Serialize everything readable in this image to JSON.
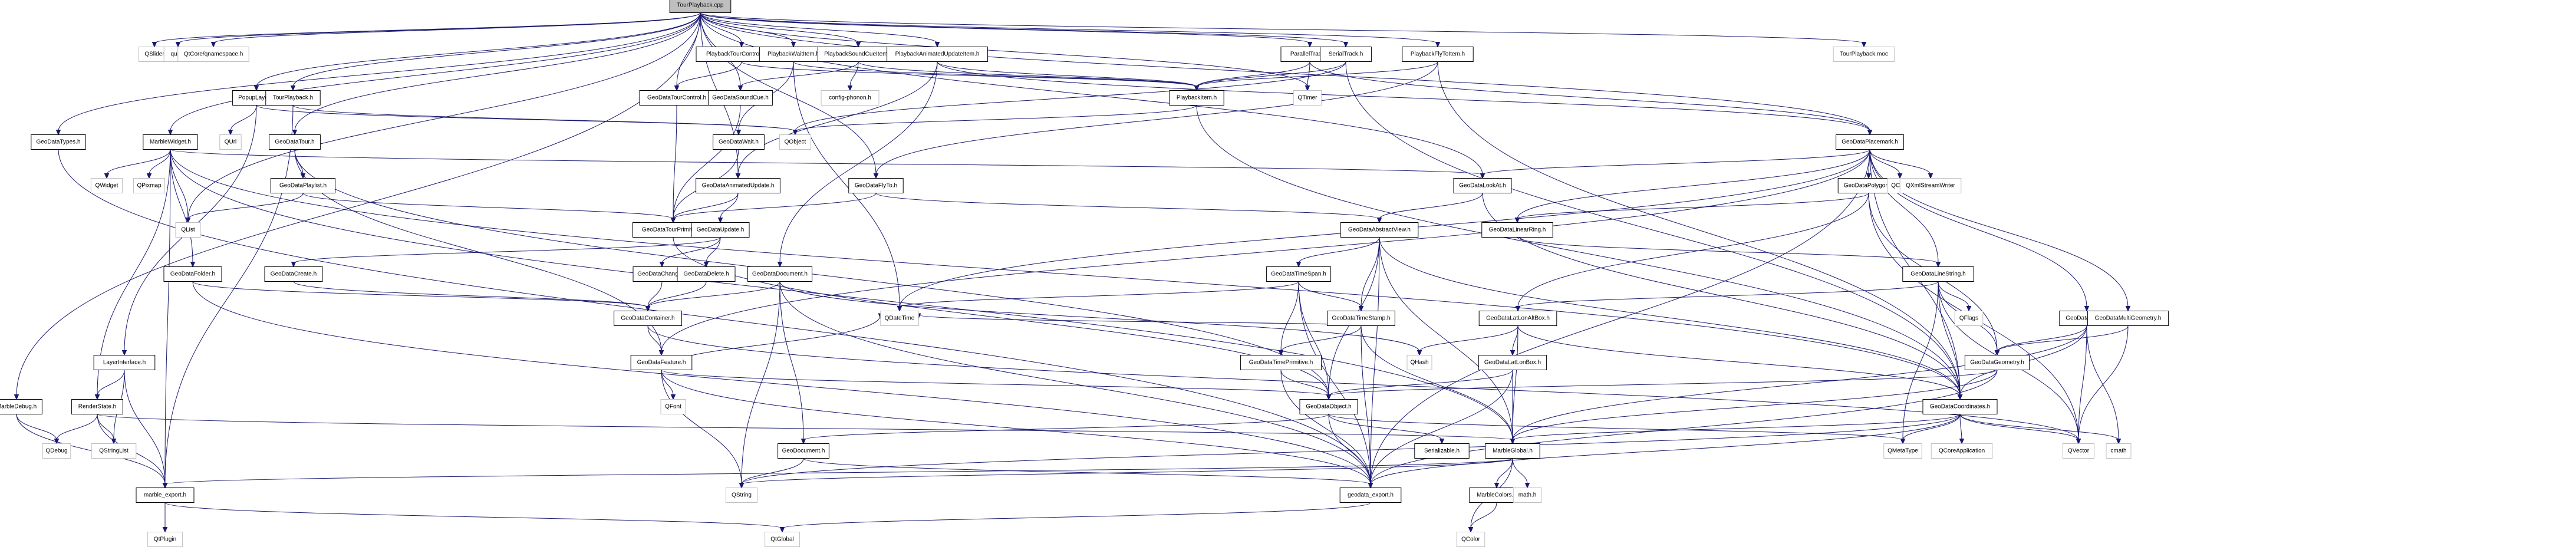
{
  "title": "TourPlayback.cpp include dependency graph",
  "colors": {
    "edge": "#191970",
    "root_fill": "#bfbfbf",
    "project_border": "#000000",
    "external_border": "#bfbfbf",
    "background": "#ffffff"
  },
  "root": "TourPlayback.cpp",
  "nodes": [
    {
      "id": "TourPlayback.cpp",
      "kind": "root"
    },
    {
      "id": "QSlider",
      "kind": "external"
    },
    {
      "id": "qurl.h",
      "kind": "external"
    },
    {
      "id": "QtCore/qnamespace.h",
      "kind": "external"
    },
    {
      "id": "PlaybackTourControlItem.h",
      "kind": "project"
    },
    {
      "id": "PlaybackWaitItem.h",
      "kind": "project"
    },
    {
      "id": "PlaybackSoundCueItem.h",
      "kind": "project"
    },
    {
      "id": "PlaybackAnimatedUpdateItem.h",
      "kind": "project"
    },
    {
      "id": "ParallelTrack.h",
      "kind": "project"
    },
    {
      "id": "SerialTrack.h",
      "kind": "project"
    },
    {
      "id": "PlaybackFlyToItem.h",
      "kind": "project"
    },
    {
      "id": "TourPlayback.moc",
      "kind": "external"
    },
    {
      "id": "PopupLayer.h",
      "kind": "project"
    },
    {
      "id": "TourPlayback.h",
      "kind": "project"
    },
    {
      "id": "GeoDataTourControl.h",
      "kind": "project"
    },
    {
      "id": "GeoDataSoundCue.h",
      "kind": "project"
    },
    {
      "id": "config-phonon.h",
      "kind": "external"
    },
    {
      "id": "PlaybackItem.h",
      "kind": "project"
    },
    {
      "id": "QTimer",
      "kind": "external"
    },
    {
      "id": "GeoDataTypes.h",
      "kind": "project"
    },
    {
      "id": "MarbleWidget.h",
      "kind": "project"
    },
    {
      "id": "QUrl",
      "kind": "external"
    },
    {
      "id": "GeoDataTour.h",
      "kind": "project"
    },
    {
      "id": "GeoDataWait.h",
      "kind": "project"
    },
    {
      "id": "QObject",
      "kind": "external"
    },
    {
      "id": "GeoDataLookAt.h",
      "kind": "project"
    },
    {
      "id": "GeoDataPlacemark.h",
      "kind": "project"
    },
    {
      "id": "QWidget",
      "kind": "external"
    },
    {
      "id": "QPixmap",
      "kind": "external"
    },
    {
      "id": "GeoDataPlaylist.h",
      "kind": "project"
    },
    {
      "id": "GeoDataAnimatedUpdate.h",
      "kind": "project"
    },
    {
      "id": "GeoDataFlyTo.h",
      "kind": "project"
    },
    {
      "id": "GeoDataPolygon.h",
      "kind": "project"
    },
    {
      "id": "QChar",
      "kind": "external"
    },
    {
      "id": "QXmlStreamWriter",
      "kind": "external"
    },
    {
      "id": "QList",
      "kind": "external"
    },
    {
      "id": "GeoDataTourPrimitive.h",
      "kind": "project"
    },
    {
      "id": "GeoDataUpdate.h",
      "kind": "project"
    },
    {
      "id": "GeoDataAbstractView.h",
      "kind": "project"
    },
    {
      "id": "GeoDataLinearRing.h",
      "kind": "project"
    },
    {
      "id": "GeoDataFolder.h",
      "kind": "project"
    },
    {
      "id": "GeoDataCreate.h",
      "kind": "project"
    },
    {
      "id": "GeoDataChange.h",
      "kind": "project"
    },
    {
      "id": "GeoDataDelete.h",
      "kind": "project"
    },
    {
      "id": "GeoDataDocument.h",
      "kind": "project"
    },
    {
      "id": "GeoDataTimeSpan.h",
      "kind": "project"
    },
    {
      "id": "GeoDataLineString.h",
      "kind": "project"
    },
    {
      "id": "GeoDataContainer.h",
      "kind": "project"
    },
    {
      "id": "QDateTime",
      "kind": "external"
    },
    {
      "id": "GeoDataTimeStamp.h",
      "kind": "project"
    },
    {
      "id": "GeoDataLatLonAltBox.h",
      "kind": "project"
    },
    {
      "id": "QFlags",
      "kind": "external"
    },
    {
      "id": "GeoDataPoint.h",
      "kind": "project"
    },
    {
      "id": "GeoDataMultiGeometry.h",
      "kind": "project"
    },
    {
      "id": "LayerInterface.h",
      "kind": "project"
    },
    {
      "id": "GeoDataFeature.h",
      "kind": "project"
    },
    {
      "id": "GeoDataTimePrimitive.h",
      "kind": "project"
    },
    {
      "id": "QHash",
      "kind": "external"
    },
    {
      "id": "GeoDataLatLonBox.h",
      "kind": "project"
    },
    {
      "id": "GeoDataGeometry.h",
      "kind": "project"
    },
    {
      "id": "MarbleDebug.h",
      "kind": "project"
    },
    {
      "id": "RenderState.h",
      "kind": "project"
    },
    {
      "id": "QFont",
      "kind": "external"
    },
    {
      "id": "GeoDataObject.h",
      "kind": "project"
    },
    {
      "id": "GeoDataCoordinates.h",
      "kind": "project"
    },
    {
      "id": "QDebug",
      "kind": "external"
    },
    {
      "id": "QStringList",
      "kind": "external"
    },
    {
      "id": "GeoDocument.h",
      "kind": "project"
    },
    {
      "id": "Serializable.h",
      "kind": "project"
    },
    {
      "id": "MarbleGlobal.h",
      "kind": "project"
    },
    {
      "id": "QMetaType",
      "kind": "external"
    },
    {
      "id": "QCoreApplication",
      "kind": "external"
    },
    {
      "id": "QVector",
      "kind": "external"
    },
    {
      "id": "cmath",
      "kind": "external"
    },
    {
      "id": "marble_export.h",
      "kind": "project"
    },
    {
      "id": "QString",
      "kind": "external"
    },
    {
      "id": "geodata_export.h",
      "kind": "project"
    },
    {
      "id": "MarbleColors.h",
      "kind": "project"
    },
    {
      "id": "math.h",
      "kind": "external"
    },
    {
      "id": "QtPlugin",
      "kind": "external"
    },
    {
      "id": "QtGlobal",
      "kind": "external"
    },
    {
      "id": "QColor",
      "kind": "external"
    }
  ],
  "edges": [
    [
      "TourPlayback.cpp",
      "QSlider"
    ],
    [
      "TourPlayback.cpp",
      "qurl.h"
    ],
    [
      "TourPlayback.cpp",
      "QtCore/qnamespace.h"
    ],
    [
      "TourPlayback.cpp",
      "PlaybackTourControlItem.h"
    ],
    [
      "TourPlayback.cpp",
      "PlaybackWaitItem.h"
    ],
    [
      "TourPlayback.cpp",
      "PlaybackSoundCueItem.h"
    ],
    [
      "TourPlayback.cpp",
      "PlaybackAnimatedUpdateItem.h"
    ],
    [
      "TourPlayback.cpp",
      "ParallelTrack.h"
    ],
    [
      "TourPlayback.cpp",
      "SerialTrack.h"
    ],
    [
      "TourPlayback.cpp",
      "PlaybackFlyToItem.h"
    ],
    [
      "TourPlayback.cpp",
      "TourPlayback.moc"
    ],
    [
      "TourPlayback.cpp",
      "PopupLayer.h"
    ],
    [
      "TourPlayback.cpp",
      "TourPlayback.h"
    ],
    [
      "TourPlayback.cpp",
      "GeoDataTourControl.h"
    ],
    [
      "TourPlayback.cpp",
      "GeoDataSoundCue.h"
    ],
    [
      "TourPlayback.cpp",
      "GeoDataTypes.h"
    ],
    [
      "TourPlayback.cpp",
      "MarbleWidget.h"
    ],
    [
      "TourPlayback.cpp",
      "GeoDataTour.h"
    ],
    [
      "TourPlayback.cpp",
      "GeoDataLookAt.h"
    ],
    [
      "TourPlayback.cpp",
      "GeoDataPlacemark.h"
    ],
    [
      "TourPlayback.cpp",
      "GeoDataAnimatedUpdate.h"
    ],
    [
      "TourPlayback.cpp",
      "GeoDataFlyTo.h"
    ],
    [
      "TourPlayback.cpp",
      "QList"
    ],
    [
      "TourPlayback.cpp",
      "MarbleDebug.h"
    ],
    [
      "TourPlayback.cpp",
      "QTimer"
    ],
    [
      "PlaybackTourControlItem.h",
      "GeoDataTourControl.h"
    ],
    [
      "PlaybackTourControlItem.h",
      "PlaybackItem.h"
    ],
    [
      "PlaybackWaitItem.h",
      "GeoDataWait.h"
    ],
    [
      "PlaybackWaitItem.h",
      "PlaybackItem.h"
    ],
    [
      "PlaybackWaitItem.h",
      "QDateTime"
    ],
    [
      "PlaybackSoundCueItem.h",
      "GeoDataSoundCue.h"
    ],
    [
      "PlaybackSoundCueItem.h",
      "config-phonon.h"
    ],
    [
      "PlaybackSoundCueItem.h",
      "PlaybackItem.h"
    ],
    [
      "PlaybackAnimatedUpdateItem.h",
      "PlaybackItem.h"
    ],
    [
      "PlaybackAnimatedUpdateItem.h",
      "GeoDataAnimatedUpdate.h"
    ],
    [
      "PlaybackAnimatedUpdateItem.h",
      "GeoDataDocument.h"
    ],
    [
      "PlaybackAnimatedUpdateItem.h",
      "GeoDataPlacemark.h"
    ],
    [
      "ParallelTrack.h",
      "PlaybackItem.h"
    ],
    [
      "ParallelTrack.h",
      "QTimer"
    ],
    [
      "ParallelTrack.h",
      "GeoDataPlacemark.h"
    ],
    [
      "SerialTrack.h",
      "PlaybackItem.h"
    ],
    [
      "SerialTrack.h",
      "QObject"
    ],
    [
      "SerialTrack.h",
      "GeoDataCoordinates.h"
    ],
    [
      "PlaybackFlyToItem.h",
      "PlaybackItem.h"
    ],
    [
      "PlaybackFlyToItem.h",
      "GeoDataFlyTo.h"
    ],
    [
      "PlaybackFlyToItem.h",
      "GeoDataCoordinates.h"
    ],
    [
      "PopupLayer.h",
      "QUrl"
    ],
    [
      "PopupLayer.h",
      "QObject"
    ],
    [
      "PopupLayer.h",
      "LayerInterface.h"
    ],
    [
      "TourPlayback.h",
      "QObject"
    ],
    [
      "TourPlayback.h",
      "marble_export.h"
    ],
    [
      "GeoDataTourControl.h",
      "GeoDataTourPrimitive.h"
    ],
    [
      "GeoDataSoundCue.h",
      "GeoDataTourPrimitive.h"
    ],
    [
      "PlaybackItem.h",
      "QObject"
    ],
    [
      "PlaybackItem.h",
      "GeoDataCoordinates.h"
    ],
    [
      "GeoDataTypes.h",
      "geodata_export.h"
    ],
    [
      "MarbleWidget.h",
      "QWidget"
    ],
    [
      "MarbleWidget.h",
      "QPixmap"
    ],
    [
      "MarbleWidget.h",
      "QList"
    ],
    [
      "MarbleWidget.h",
      "GeoDataLookAt.h"
    ],
    [
      "MarbleWidget.h",
      "GeoDataCoordinates.h"
    ],
    [
      "MarbleWidget.h",
      "MarbleGlobal.h"
    ],
    [
      "MarbleWidget.h",
      "marble_export.h"
    ],
    [
      "MarbleWidget.h",
      "RenderState.h"
    ],
    [
      "MarbleWidget.h",
      "GeoDataFolder.h"
    ],
    [
      "GeoDataTour.h",
      "GeoDataPlaylist.h"
    ],
    [
      "GeoDataTour.h",
      "GeoDataFeature.h"
    ],
    [
      "GeoDataTour.h",
      "GeoDataObject.h"
    ],
    [
      "GeoDataWait.h",
      "GeoDataTourPrimitive.h"
    ],
    [
      "GeoDataPlacemark.h",
      "GeoDataLookAt.h"
    ],
    [
      "GeoDataPlacemark.h",
      "GeoDataPolygon.h"
    ],
    [
      "GeoDataPlacemark.h",
      "QChar"
    ],
    [
      "GeoDataPlacemark.h",
      "QXmlStreamWriter"
    ],
    [
      "GeoDataPlacemark.h",
      "GeoDataLinearRing.h"
    ],
    [
      "GeoDataPlacemark.h",
      "GeoDataLineString.h"
    ],
    [
      "GeoDataPlacemark.h",
      "GeoDataPoint.h"
    ],
    [
      "GeoDataPlacemark.h",
      "GeoDataMultiGeometry.h"
    ],
    [
      "GeoDataPlacemark.h",
      "GeoDataFeature.h"
    ],
    [
      "GeoDataPlacemark.h",
      "QDateTime"
    ],
    [
      "GeoDataPlacemark.h",
      "GeoDataCoordinates.h"
    ],
    [
      "GeoDataPlacemark.h",
      "geodata_export.h"
    ],
    [
      "GeoDataPlaylist.h",
      "GeoDataTourPrimitive.h"
    ],
    [
      "GeoDataPlaylist.h",
      "QList"
    ],
    [
      "GeoDataAnimatedUpdate.h",
      "GeoDataTourPrimitive.h"
    ],
    [
      "GeoDataAnimatedUpdate.h",
      "GeoDataUpdate.h"
    ],
    [
      "GeoDataFlyTo.h",
      "GeoDataTourPrimitive.h"
    ],
    [
      "GeoDataFlyTo.h",
      "GeoDataAbstractView.h"
    ],
    [
      "GeoDataLookAt.h",
      "GeoDataAbstractView.h"
    ],
    [
      "GeoDataLookAt.h",
      "GeoDataCoordinates.h"
    ],
    [
      "GeoDataPolygon.h",
      "GeoDataLinearRing.h"
    ],
    [
      "GeoDataPolygon.h",
      "GeoDataLatLonAltBox.h"
    ],
    [
      "GeoDataPolygon.h",
      "GeoDataGeometry.h"
    ],
    [
      "GeoDataPolygon.h",
      "QVector"
    ],
    [
      "GeoDataTourPrimitive.h",
      "GeoDataObject.h"
    ],
    [
      "GeoDataUpdate.h",
      "GeoDataCreate.h"
    ],
    [
      "GeoDataUpdate.h",
      "GeoDataChange.h"
    ],
    [
      "GeoDataUpdate.h",
      "GeoDataDelete.h"
    ],
    [
      "GeoDataAbstractView.h",
      "GeoDataTimeSpan.h"
    ],
    [
      "GeoDataAbstractView.h",
      "GeoDataTimeStamp.h"
    ],
    [
      "GeoDataAbstractView.h",
      "GeoDataObject.h"
    ],
    [
      "GeoDataAbstractView.h",
      "MarbleGlobal.h"
    ],
    [
      "GeoDataAbstractView.h",
      "GeoDataCoordinates.h"
    ],
    [
      "GeoDataAbstractView.h",
      "geodata_export.h"
    ],
    [
      "GeoDataLinearRing.h",
      "GeoDataLineString.h"
    ],
    [
      "GeoDataFolder.h",
      "GeoDataContainer.h"
    ],
    [
      "GeoDataFolder.h",
      "geodata_export.h"
    ],
    [
      "GeoDataCreate.h",
      "GeoDataContainer.h"
    ],
    [
      "GeoDataChange.h",
      "GeoDataContainer.h"
    ],
    [
      "GeoDataDelete.h",
      "GeoDataContainer.h"
    ],
    [
      "GeoDataDocument.h",
      "GeoDataContainer.h"
    ],
    [
      "GeoDataDocument.h",
      "GeoDocument.h"
    ],
    [
      "GeoDataDocument.h",
      "QString"
    ],
    [
      "GeoDataDocument.h",
      "QHash"
    ],
    [
      "GeoDataDocument.h",
      "geodata_export.h"
    ],
    [
      "GeoDataTimeSpan.h",
      "GeoDataTimeStamp.h"
    ],
    [
      "GeoDataTimeSpan.h",
      "GeoDataTimePrimitive.h"
    ],
    [
      "GeoDataTimeSpan.h",
      "GeoDataObject.h"
    ],
    [
      "GeoDataTimeSpan.h",
      "QDateTime"
    ],
    [
      "GeoDataTimeSpan.h",
      "geodata_export.h"
    ],
    [
      "GeoDataLineString.h",
      "GeoDataLatLonAltBox.h"
    ],
    [
      "GeoDataLineString.h",
      "QFlags"
    ],
    [
      "GeoDataLineString.h",
      "GeoDataGeometry.h"
    ],
    [
      "GeoDataLineString.h",
      "GeoDataCoordinates.h"
    ],
    [
      "GeoDataLineString.h",
      "QVector"
    ],
    [
      "GeoDataLineString.h",
      "QMetaType"
    ],
    [
      "GeoDataContainer.h",
      "GeoDataFeature.h"
    ],
    [
      "GeoDataContainer.h",
      "QVector"
    ],
    [
      "GeoDataTimeStamp.h",
      "GeoDataTimePrimitive.h"
    ],
    [
      "GeoDataTimeStamp.h",
      "QDateTime"
    ],
    [
      "GeoDataTimeStamp.h",
      "MarbleGlobal.h"
    ],
    [
      "GeoDataTimeStamp.h",
      "geodata_export.h"
    ],
    [
      "GeoDataLatLonAltBox.h",
      "GeoDataLatLonBox.h"
    ],
    [
      "GeoDataLatLonAltBox.h",
      "QHash"
    ],
    [
      "GeoDataLatLonAltBox.h",
      "MarbleGlobal.h"
    ],
    [
      "GeoDataLatLonAltBox.h",
      "GeoDataCoordinates.h"
    ],
    [
      "GeoDataPoint.h",
      "GeoDataGeometry.h"
    ],
    [
      "GeoDataPoint.h",
      "GeoDataCoordinates.h"
    ],
    [
      "GeoDataPoint.h",
      "QVector"
    ],
    [
      "GeoDataPoint.h",
      "cmath"
    ],
    [
      "GeoDataPoint.h",
      "MarbleGlobal.h"
    ],
    [
      "GeoDataMultiGeometry.h",
      "GeoDataGeometry.h"
    ],
    [
      "GeoDataMultiGeometry.h",
      "QVector"
    ],
    [
      "LayerInterface.h",
      "RenderState.h"
    ],
    [
      "LayerInterface.h",
      "QStringList"
    ],
    [
      "LayerInterface.h",
      "marble_export.h"
    ],
    [
      "GeoDataFeature.h",
      "QFont"
    ],
    [
      "GeoDataFeature.h",
      "GeoDataObject.h"
    ],
    [
      "GeoDataFeature.h",
      "QString"
    ],
    [
      "GeoDataFeature.h",
      "QDateTime"
    ],
    [
      "GeoDataFeature.h",
      "geodata_export.h"
    ],
    [
      "GeoDataTimePrimitive.h",
      "GeoDataObject.h"
    ],
    [
      "GeoDataTimePrimitive.h",
      "geodata_export.h"
    ],
    [
      "GeoDataLatLonBox.h",
      "GeoDataObject.h"
    ],
    [
      "GeoDataLatLonBox.h",
      "MarbleGlobal.h"
    ],
    [
      "GeoDataLatLonBox.h",
      "geodata_export.h"
    ],
    [
      "GeoDataGeometry.h",
      "GeoDataObject.h"
    ],
    [
      "GeoDataGeometry.h",
      "MarbleGlobal.h"
    ],
    [
      "GeoDataGeometry.h",
      "geodata_export.h"
    ],
    [
      "MarbleDebug.h",
      "QDebug"
    ],
    [
      "MarbleDebug.h",
      "marble_export.h"
    ],
    [
      "RenderState.h",
      "QDebug"
    ],
    [
      "RenderState.h",
      "QStringList"
    ],
    [
      "RenderState.h",
      "marble_export.h"
    ],
    [
      "RenderState.h",
      "MarbleGlobal.h"
    ],
    [
      "GeoDataObject.h",
      "GeoDocument.h"
    ],
    [
      "GeoDataObject.h",
      "Serializable.h"
    ],
    [
      "GeoDataObject.h",
      "geodata_export.h"
    ],
    [
      "GeoDataObject.h",
      "QMetaType"
    ],
    [
      "GeoDataCoordinates.h",
      "QMetaType"
    ],
    [
      "GeoDataCoordinates.h",
      "QCoreApplication"
    ],
    [
      "GeoDataCoordinates.h",
      "QVector"
    ],
    [
      "GeoDataCoordinates.h",
      "cmath"
    ],
    [
      "GeoDataCoordinates.h",
      "MarbleGlobal.h"
    ],
    [
      "GeoDataCoordinates.h",
      "geodata_export.h"
    ],
    [
      "GeoDataCoordinates.h",
      "QString"
    ],
    [
      "GeoDocument.h",
      "QString"
    ],
    [
      "GeoDocument.h",
      "geodata_export.h"
    ],
    [
      "MarbleGlobal.h",
      "MarbleColors.h"
    ],
    [
      "MarbleGlobal.h",
      "math.h"
    ],
    [
      "MarbleGlobal.h",
      "QColor"
    ],
    [
      "MarbleGlobal.h",
      "marble_export.h"
    ],
    [
      "MarbleGlobal.h",
      "QString"
    ],
    [
      "marble_export.h",
      "QtPlugin"
    ],
    [
      "marble_export.h",
      "QtGlobal"
    ],
    [
      "geodata_export.h",
      "QtGlobal"
    ],
    [
      "MarbleColors.h",
      "QColor"
    ]
  ]
}
